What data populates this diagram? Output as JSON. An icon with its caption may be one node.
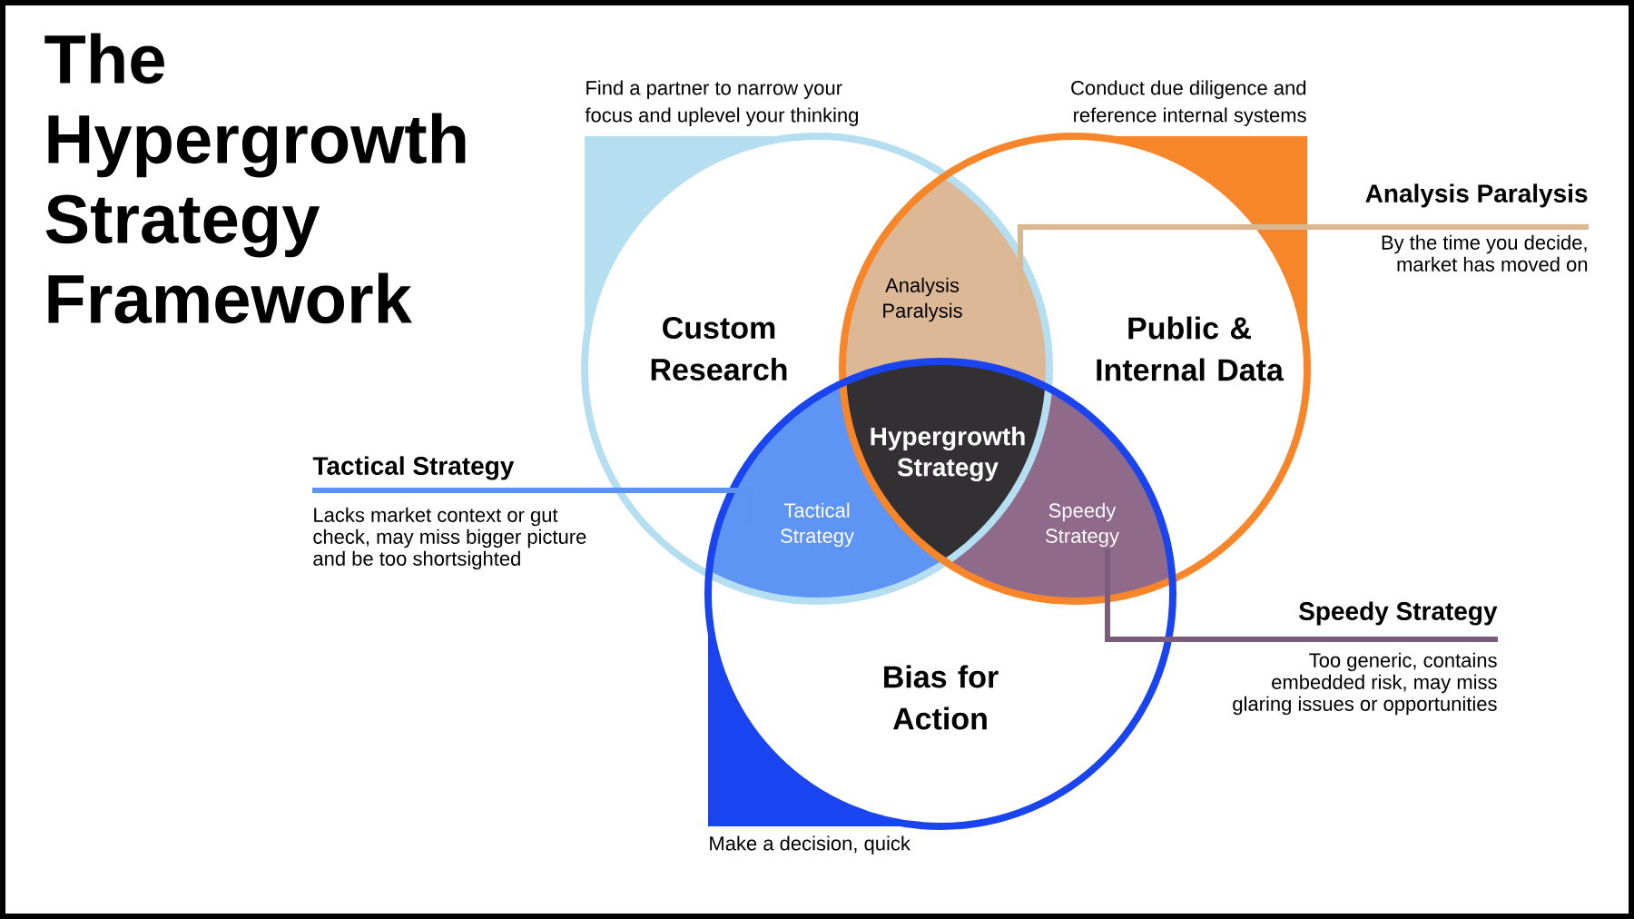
{
  "diagram": {
    "title": "The Hypergrowth Strategy Framework",
    "nodes": [
      {
        "text": [
          "Custom Research"
        ],
        "beside": [
          "Find a partner to narrow your focus and uplevel your thinking"
        ]
      },
      {
        "text": [
          "Analysis Paralysis"
        ]
      },
      {
        "text": [
          "Public & Internal Data"
        ],
        "beside": [
          "Conduct due diligence and reference internal systems"
        ]
      },
      {
        "text": [
          "Hypergrowth Strategy"
        ]
      },
      {
        "text": [
          "Tactical Strategy"
        ]
      },
      {
        "text": [
          "Speedy Strategy"
        ]
      },
      {
        "text": [
          "Bias for Action"
        ],
        "beside": [
          "Make a decision, quick"
        ]
      },
      {
        "text": [
          "Analysis Paralysis",
          "By the time you decide, market has moved on"
        ]
      },
      {
        "text": [
          "Tactical Strategy",
          "Lacks market context or gut check, may miss bigger picture and be too shortsighted"
        ]
      },
      {
        "text": [
          "Speedy Strategy",
          "Too generic, contains embedded risk, may miss glaring issues or opportunities"
        ]
      }
    ],
    "edges": [
      {
        "from": 7,
        "to": 1,
        "arrow": "none",
        "color": "#d9b790"
      },
      {
        "from": 8,
        "to": 4,
        "arrow": "none",
        "color": "#5c93f2"
      },
      {
        "from": 9,
        "to": 5,
        "arrow": "none",
        "color": "#7d5b7d"
      }
    ]
  }
}
